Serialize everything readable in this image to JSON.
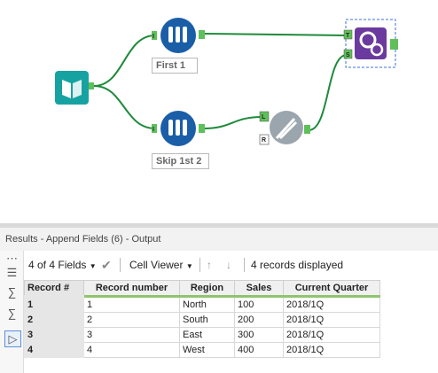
{
  "workflow": {
    "tools": [
      {
        "name": "input-data",
        "color": "#17a2a2"
      },
      {
        "name": "sample-first",
        "color": "#1a5ea8",
        "annotation": "First 1"
      },
      {
        "name": "sample-skip",
        "color": "#1a5ea8",
        "annotation": "Skip 1st 2"
      },
      {
        "name": "append-fields",
        "color": "#6b3a9e"
      },
      {
        "name": "wrench-tool",
        "color": "#9aa5ad"
      }
    ],
    "anchors": {
      "target": "T",
      "source": "S",
      "left": "L",
      "right": "R",
      "input": "I"
    },
    "connection_color": "#1e8a3a"
  },
  "results": {
    "title": "Results - Append Fields (6) - Output",
    "fields_selector": "4 of 4 Fields",
    "viewer": "Cell Viewer",
    "status": "4 records displayed",
    "columns": [
      "Record #",
      "Record number",
      "Region",
      "Sales",
      "Current Quarter"
    ],
    "rows": [
      [
        "1",
        "1",
        "North",
        "100",
        "2018/1Q"
      ],
      [
        "2",
        "2",
        "South",
        "200",
        "2018/1Q"
      ],
      [
        "3",
        "3",
        "East",
        "300",
        "2018/1Q"
      ],
      [
        "4",
        "4",
        "West",
        "400",
        "2018/1Q"
      ]
    ],
    "header_accent": "#8ec56d"
  },
  "rail": {
    "icons": [
      "more-icon",
      "list-icon",
      "sum-icon",
      "sum-icon",
      "tag-icon"
    ]
  }
}
